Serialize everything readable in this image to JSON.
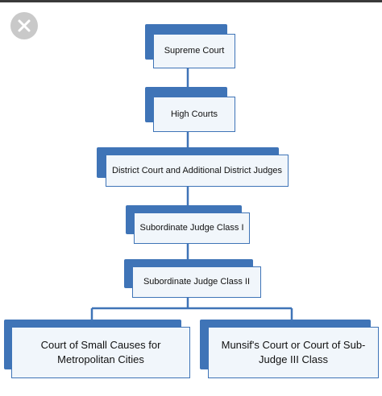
{
  "window": {
    "close_icon": "close-icon"
  },
  "colors": {
    "node_border": "#3f74b7",
    "node_fill": "#f1f6fb",
    "connector": "#3f74b7"
  },
  "hierarchy": {
    "level1": {
      "label": "Supreme Court"
    },
    "level2": {
      "label": "High Courts"
    },
    "level3": {
      "label": "District Court and Additional District Judges"
    },
    "level4": {
      "label": "Subordinate Judge Class I"
    },
    "level5": {
      "label": "Subordinate Judge Class II"
    },
    "level6": [
      {
        "label": "Court of Small Causes for Metropolitan Cities"
      },
      {
        "label": "Munsif's Court or Court of Sub-Judge III Class"
      }
    ]
  }
}
